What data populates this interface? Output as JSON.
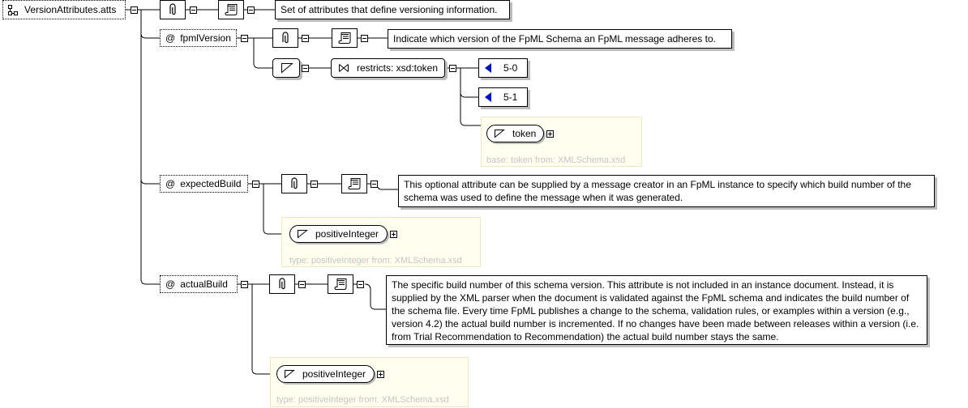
{
  "root": {
    "name": "VersionAttributes.atts",
    "documentation": "Set of attributes that define versioning information."
  },
  "attributes": [
    {
      "at": "@",
      "name": "fpmlVersion",
      "documentation": "Indicate which version of the FpML Schema an FpML message adheres to.",
      "restriction": "restricts: xsd:token",
      "enumerations": [
        "5-0",
        "5-1"
      ],
      "base_type": "token",
      "base_label": "base: token from: XMLSchema.xsd"
    },
    {
      "at": "@",
      "name": "expectedBuild",
      "documentation": "This optional attribute can be supplied by a message creator in an FpML instance to specify which build number of the schema was used to define the message when it was generated.",
      "type": "positiveInteger",
      "type_label": "type: positiveInteger from: XMLSchema.xsd"
    },
    {
      "at": "@",
      "name": "actualBuild",
      "documentation": "The specific build number of this schema version. This attribute is not included in an instance document. Instead, it is supplied by the XML parser when the document is validated against the FpML schema and indicates the build number of the schema file. Every time FpML publishes a change to the schema, validation rules, or examples within a version (e.g., version 4.2) the actual build number is incremented. If no changes have been made between releases within a version (i.e. from Trial Recommendation to Recommendation) the actual build number stays the same.",
      "type": "positiveInteger",
      "type_label": "type: positiveInteger from: XMLSchema.xsd"
    }
  ]
}
